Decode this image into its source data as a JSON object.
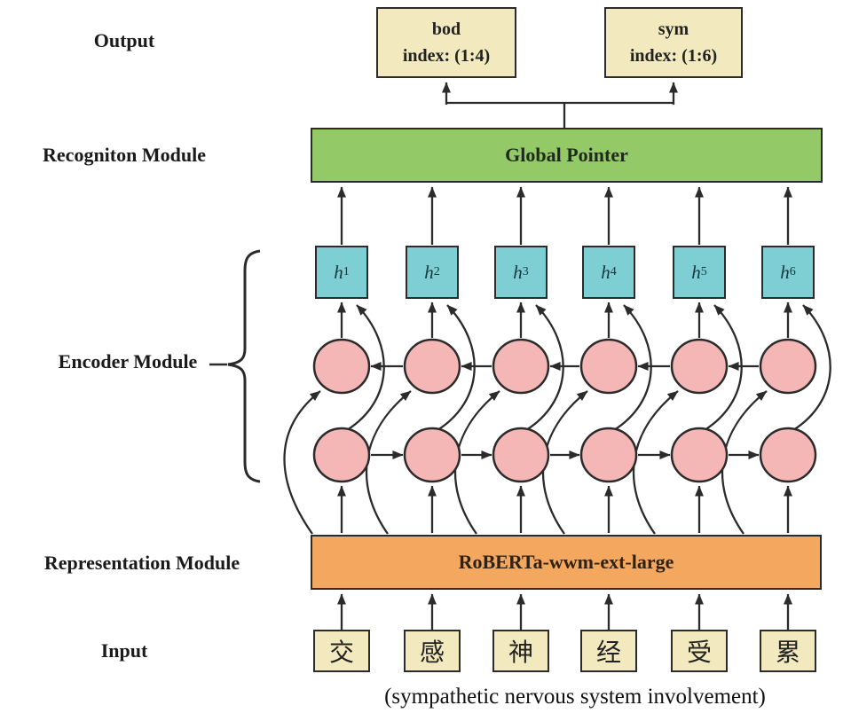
{
  "diagram": {
    "labels": {
      "output": "Output",
      "recognition_module": "Recogniton Module",
      "encoder_module": "Encoder Module",
      "representation_module": "Representation Module",
      "input": "Input"
    },
    "output_boxes": [
      {
        "entity": "bod",
        "index": "index: (1:4)"
      },
      {
        "entity": "sym",
        "index": "index: (1:6)"
      }
    ],
    "recognition_box": "Global Pointer",
    "hidden_states": [
      {
        "base": "h",
        "sub": "1"
      },
      {
        "base": "h",
        "sub": "2"
      },
      {
        "base": "h",
        "sub": "3"
      },
      {
        "base": "h",
        "sub": "4"
      },
      {
        "base": "h",
        "sub": "5"
      },
      {
        "base": "h",
        "sub": "6"
      }
    ],
    "representation_box": "RoBERTa-wwm-ext-large",
    "input_tokens": [
      "交",
      "感",
      "神",
      "经",
      "受",
      "累"
    ],
    "caption": "(sympathetic nervous system involvement)",
    "colors": {
      "cream": "#F2EABE",
      "green": "#94C968",
      "teal": "#7DCFD4",
      "pink": "#F5B7B5",
      "orange": "#F3A75F",
      "line": "#2B2B2B"
    }
  }
}
